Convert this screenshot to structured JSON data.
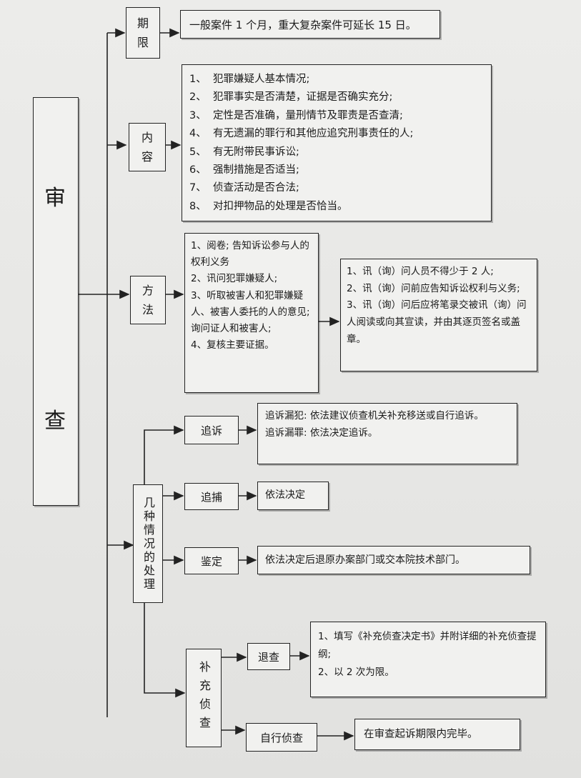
{
  "root": {
    "chars": [
      "审",
      "查"
    ]
  },
  "deadline": {
    "label": "期\n限",
    "text": "一般案件 1 个月，重大复杂案件可延长 15 日。"
  },
  "content": {
    "label": "内\n容",
    "items": [
      "1、  犯罪嫌疑人基本情况;",
      "2、  犯罪事实是否清楚，证据是否确实充分;",
      "3、  定性是否准确，量刑情节及罪责是否查清;",
      "4、  有无遗漏的罪行和其他应追究刑事责任的人;",
      "5、  有无附带民事诉讼;",
      "6、  强制措施是否适当;",
      "7、  侦查活动是否合法;",
      "8、  对扣押物品的处理是否恰当。"
    ]
  },
  "method": {
    "label": "方\n法",
    "items": [
      "1、阅卷; 告知诉讼参与人的权利义务",
      "2、讯问犯罪嫌疑人;",
      "3、听取被害人和犯罪嫌疑人、被害人委托的人的意见; 询问证人和被害人;",
      "4、复核主要证据。"
    ],
    "detail": [
      "1、讯（询）问人员不得少于 2 人;",
      "2、讯（询）问前应告知诉讼权利与义务;",
      "3、讯（询）问后应将笔录交被讯（询）问人阅读或向其宣读，并由其逐页签名或盖章。"
    ]
  },
  "situations": {
    "label": "几种情况的处理",
    "prosecute": {
      "label": "追诉",
      "lines": [
        "追诉漏犯: 依法建议侦查机关补充移送或自行追诉。",
        "追诉漏罪: 依法决定追诉。"
      ]
    },
    "arrest": {
      "label": "追捕",
      "text": "依法决定"
    },
    "appraisal": {
      "label": "鉴定",
      "text": "依法决定后退原办案部门或交本院技术部门。"
    },
    "supplement": {
      "label": "补充侦查",
      "return": {
        "label": "退查",
        "lines": [
          "1、填写《补充侦查决定书》并附详细的补充侦查提纲;",
          "2、以 2 次为限。"
        ]
      },
      "self": {
        "label": "自行侦查",
        "text": "在审查起诉期限内完毕。"
      }
    }
  }
}
